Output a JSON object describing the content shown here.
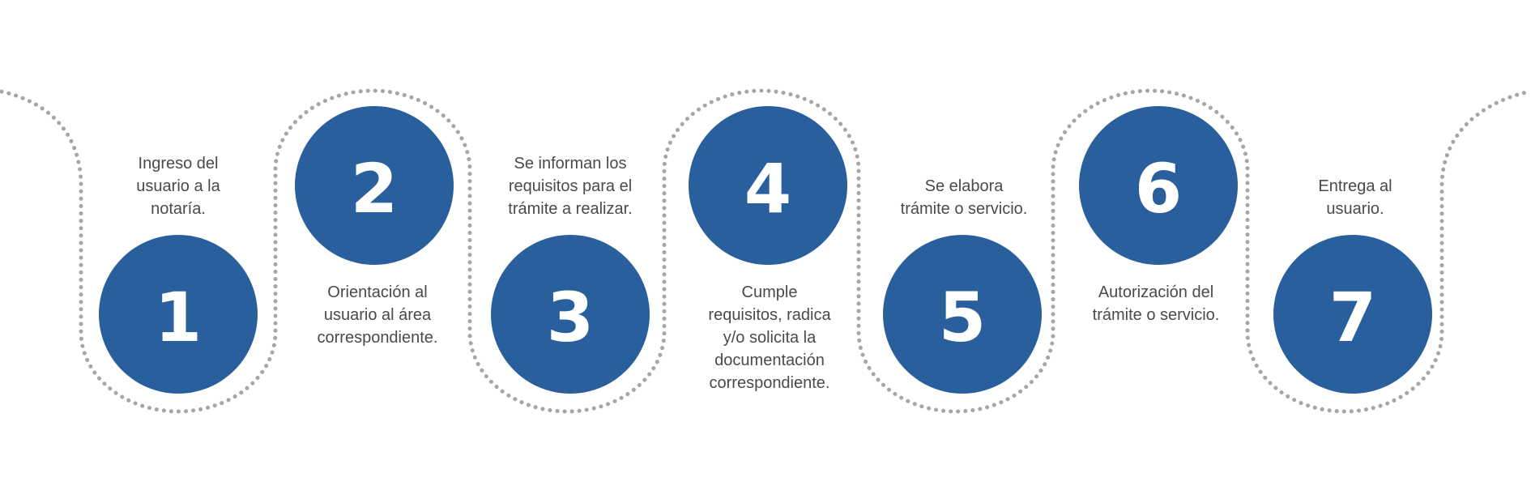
{
  "colors": {
    "circle": "#2a5f9e",
    "number": "#ffffff",
    "path": "#a6a6a6",
    "text": "#4a4a4a"
  },
  "steps": [
    {
      "number": "1",
      "text": "Ingreso del\nusuario a la\nnotaría."
    },
    {
      "number": "2",
      "text": "Orientación al\nusuario al área\ncorrespondiente."
    },
    {
      "number": "3",
      "text": "Se informan los\nrequisitos para el\ntrámite a realizar."
    },
    {
      "number": "4",
      "text": "Cumple\nrequisitos, radica\ny/o solicita la\ndocumentación\ncorrespondiente."
    },
    {
      "number": "5",
      "text": "Se elabora\ntrámite o servicio."
    },
    {
      "number": "6",
      "text": "Autorización del\ntrámite o servicio."
    },
    {
      "number": "7",
      "text": "Entrega al\nusuario."
    }
  ]
}
